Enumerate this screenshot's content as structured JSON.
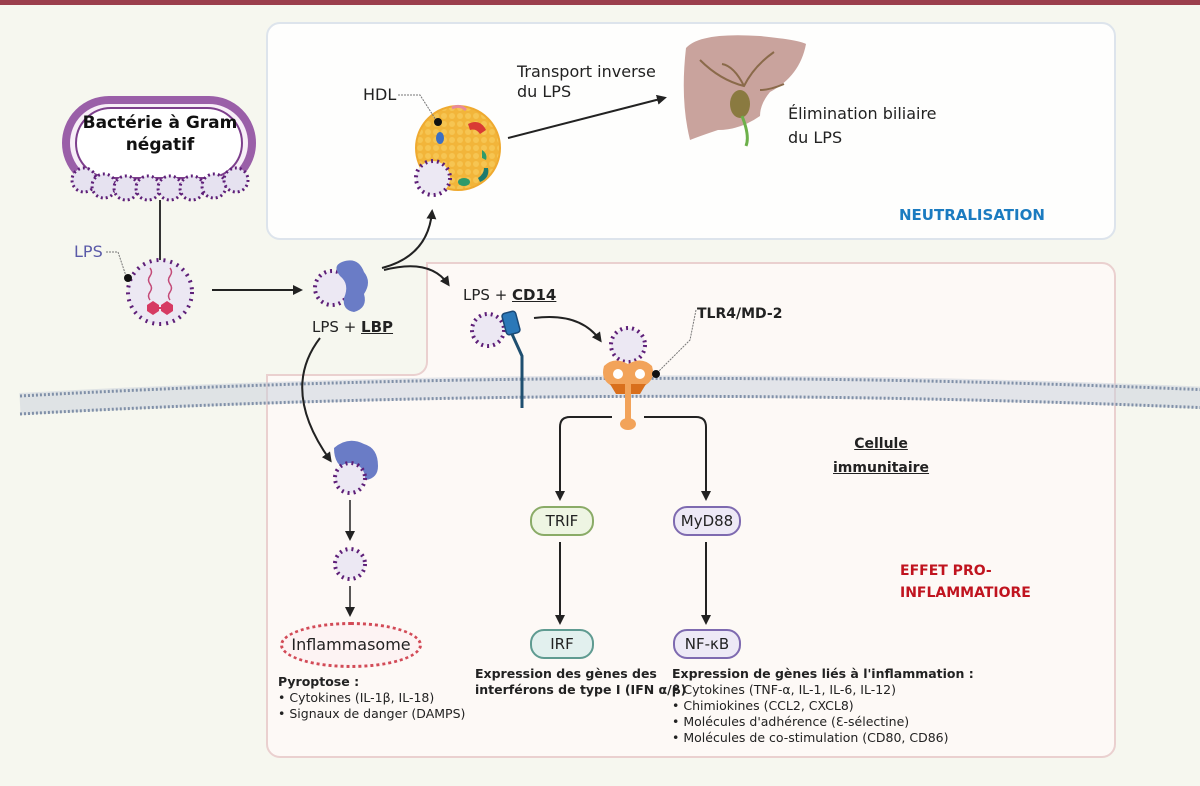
{
  "colors": {
    "top_bar": "#9b3f4c",
    "background": "#f6f7ef",
    "neutralisation_title": "#1b7bc0",
    "pro_inflammatory_title": "#c0141f",
    "lps_label": "#5a5aa8",
    "lbp_protein": "#6a7cc6",
    "cd14": "#2b78b8",
    "tlr4": "#f2a35a",
    "hdl": "#f2b53a",
    "liver": "#c9a39d"
  },
  "neutralisation": {
    "title": "NEUTRALISATION",
    "hdl_label": "HDL",
    "transport_line1": "Transport inverse",
    "transport_line2": "du LPS",
    "elimination_line1": "Élimination biliaire",
    "elimination_line2": "du LPS"
  },
  "bacteria": {
    "line1": "Bactérie à Gram",
    "line2": "négatif"
  },
  "lps_label": "LPS",
  "lps_lbp": {
    "prefix": "LPS + ",
    "bold": "LBP"
  },
  "lps_cd14": {
    "prefix": "LPS + ",
    "bold": "CD14"
  },
  "tlr4_label": "TLR4/MD-2",
  "cell_label": {
    "line1": "Cellule",
    "line2": "immunitaire"
  },
  "pro_inflammatory": {
    "line1": "EFFET PRO-",
    "line2": "INFLAMMATIORE"
  },
  "nodes": {
    "trif": "TRIF",
    "myd88": "MyD88",
    "irf": "IRF",
    "nfkb": "NF-κB",
    "inflammasome": "Inflammasome"
  },
  "pyroptose": {
    "heading": "Pyroptose :",
    "items": [
      "• Cytokines (IL-1β, IL-18)",
      "• Signaux de danger (DAMPS)"
    ]
  },
  "interferon": {
    "line1": "Expression des gènes des",
    "line2": "interférons de type I (IFN α/β)"
  },
  "inflammation_genes": {
    "heading": "Expression de gènes liés à l'inflammation :",
    "items": [
      "• Cytokines (TNF-α, IL-1, IL-6, IL-12)",
      "• Chimiokines (CCL2, CXCL8)",
      "• Molécules d'adhérence (Ɛ-sélectine)",
      "• Molécules de co-stimulation (CD80, CD86)"
    ]
  }
}
